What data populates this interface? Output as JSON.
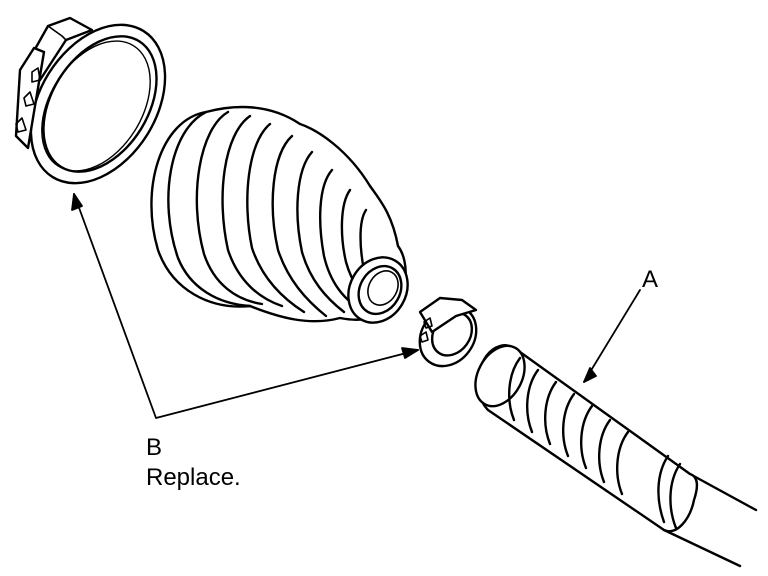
{
  "labels": {
    "a": "A",
    "b": "B",
    "b_note": "Replace."
  },
  "colors": {
    "line": "#000000",
    "background": "#ffffff"
  }
}
